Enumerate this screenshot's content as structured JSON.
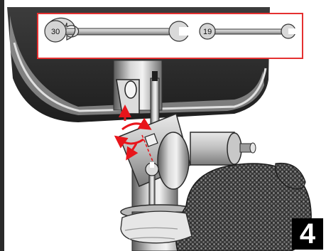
{
  "tools": {
    "wrench_large_size": "30",
    "wrench_small_size": "19"
  },
  "colors": {
    "callout_border": "#e53030",
    "action_arrow": "#e8151b",
    "background": "#ffffff"
  },
  "step_number": "4"
}
